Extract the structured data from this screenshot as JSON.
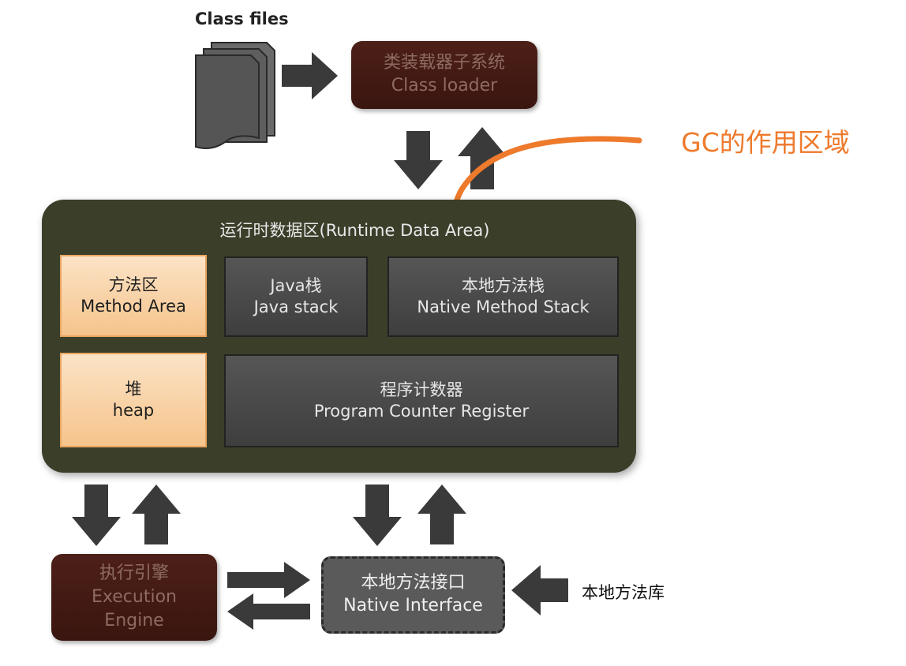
{
  "class_files_label": "Class files",
  "class_loader": {
    "line1": "类装载器子系统",
    "line2": "Class loader"
  },
  "gc_label": "GC的作用区域",
  "runtime": {
    "title": "运行时数据区(Runtime Data Area)",
    "method_area": {
      "line1": "方法区",
      "line2": "Method Area"
    },
    "java_stack": {
      "line1": "Java栈",
      "line2": "Java stack"
    },
    "native_method_stack": {
      "line1": "本地方法栈",
      "line2": "Native Method Stack"
    },
    "heap": {
      "line1": "堆",
      "line2": "heap"
    },
    "pc_register": {
      "line1": "程序计数器",
      "line2": "Program Counter Register"
    }
  },
  "execution_engine": {
    "line1": "执行引擎",
    "line2": "Execution",
    "line3": "Engine"
  },
  "native_interface": {
    "line1": "本地方法接口",
    "line2": "Native Interface"
  },
  "native_library_label": "本地方法库",
  "colors": {
    "accent_orange": "#ee7a2c",
    "brown_box": "#4d2018",
    "runtime_bg": "#3b3f2a",
    "arrow": "#3a3a3a"
  }
}
